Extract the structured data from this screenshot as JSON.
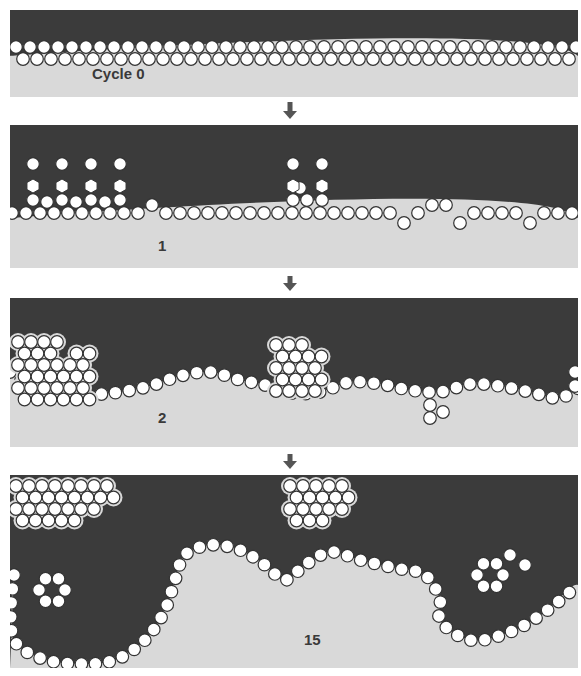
{
  "diagram": {
    "labels": [
      "Cycle 0",
      "1",
      "2",
      "15"
    ]
  }
}
